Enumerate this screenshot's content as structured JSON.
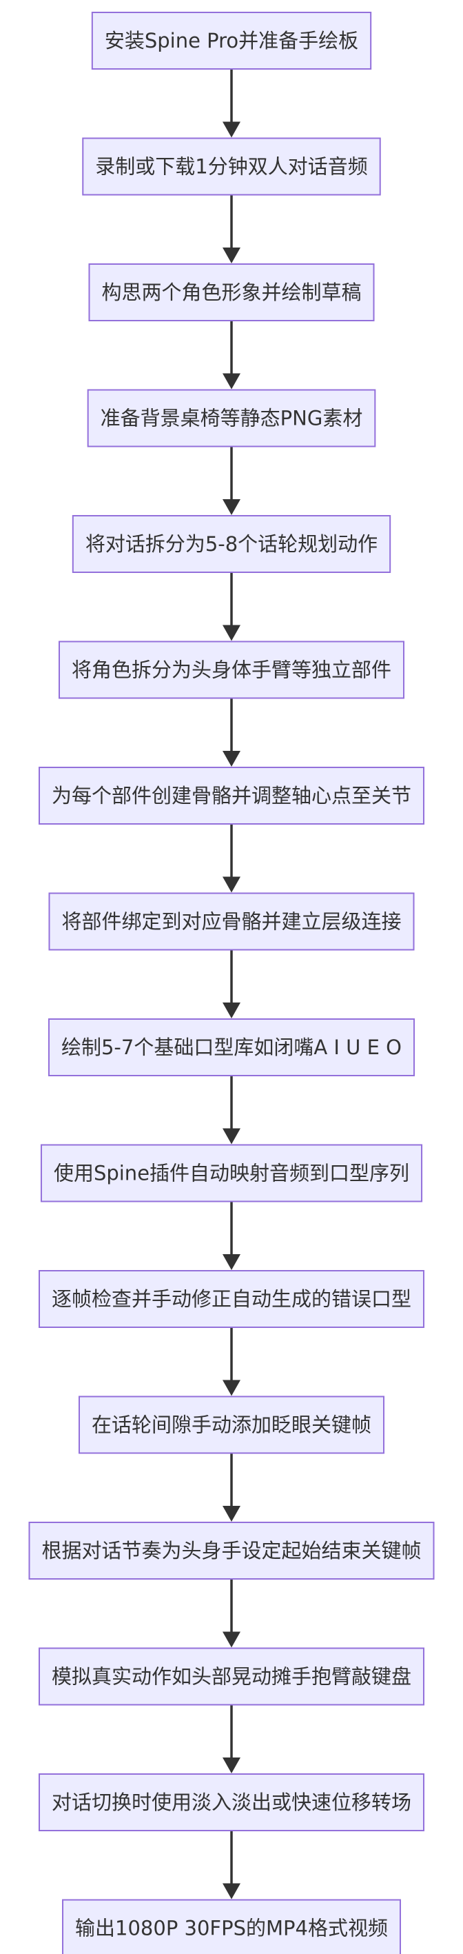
{
  "flowchart": {
    "steps": [
      {
        "label": "安装Spine Pro并准备手绘板"
      },
      {
        "label": "录制或下载1分钟双人对话音频"
      },
      {
        "label": "构思两个角色形象并绘制草稿"
      },
      {
        "label": "准备背景桌椅等静态PNG素材"
      },
      {
        "label": "将对话拆分为5-8个话轮规划动作"
      },
      {
        "label": "将角色拆分为头身体手臂等独立部件"
      },
      {
        "label": "为每个部件创建骨骼并调整轴心点至关节"
      },
      {
        "label": "将部件绑定到对应骨骼并建立层级连接"
      },
      {
        "label": "绘制5-7个基础口型库如闭嘴A I U E O"
      },
      {
        "label": "使用Spine插件自动映射音频到口型序列"
      },
      {
        "label": "逐帧检查并手动修正自动生成的错误口型"
      },
      {
        "label": "在话轮间隙手动添加眨眼关键帧"
      },
      {
        "label": "根据对话节奏为头身手设定起始结束关键帧"
      },
      {
        "label": "模拟真实动作如头部晃动摊手抱臂敲键盘"
      },
      {
        "label": "对话切换时使用淡入淡出或快速位移转场"
      },
      {
        "label": "输出1080P 30FPS的MP4格式视频"
      }
    ],
    "colors": {
      "node_fill": "#ECECFF",
      "node_border": "#9370DB",
      "text": "#333333",
      "arrow": "#333333"
    }
  }
}
